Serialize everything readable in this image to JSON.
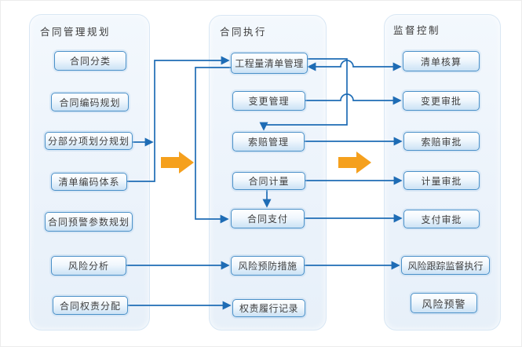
{
  "diagram": {
    "columns": [
      {
        "title": "合同管理规划",
        "boxes": [
          "合同分类",
          "合同编码规划",
          "分部分项划分规划",
          "清单编码体系",
          "合同预警参数规划",
          "风险分析",
          "合同权责分配"
        ]
      },
      {
        "title": "合同执行",
        "boxes": [
          "工程量清单管理",
          "变更管理",
          "索赔管理",
          "合同计量",
          "合同支付",
          "风险预防措施",
          "权责履行记录"
        ]
      },
      {
        "title": "监督控制",
        "boxes": [
          "清单核算",
          "变更审批",
          "索赔审批",
          "计量审批",
          "支付审批",
          "风险跟踪监督执行",
          "风险预警"
        ]
      }
    ],
    "connections": [
      {
        "from": "分部分项划分规划",
        "to": "工程量清单管理",
        "direction": "one-way"
      },
      {
        "from": "清单编码体系",
        "to": "工程量清单管理",
        "direction": "one-way"
      },
      {
        "from": "工程量清单管理",
        "to": "索赔管理",
        "direction": "one-way"
      },
      {
        "from": "工程量清单管理",
        "to": "合同支付",
        "direction": "one-way"
      },
      {
        "from": "工程量清单管理",
        "to": "清单核算",
        "direction": "bidirectional"
      },
      {
        "from": "变更管理",
        "to": "变更审批",
        "direction": "one-way"
      },
      {
        "from": "索赔管理",
        "to": "索赔审批",
        "direction": "one-way"
      },
      {
        "from": "合同计量",
        "to": "合同支付",
        "direction": "one-way"
      },
      {
        "from": "合同计量",
        "to": "计量审批",
        "direction": "one-way"
      },
      {
        "from": "合同支付",
        "to": "支付审批",
        "direction": "one-way"
      },
      {
        "from": "风险分析",
        "to": "风险预防措施",
        "direction": "one-way"
      },
      {
        "from": "风险预防措施",
        "to": "风险跟踪监督执行",
        "direction": "one-way"
      },
      {
        "from": "合同权责分配",
        "to": "权责履行记录",
        "direction": "one-way"
      }
    ],
    "colors": {
      "line_blue": "#1e6cb5",
      "stage_arrow_orange": "#f5a01d",
      "box_border_blue": "#4a90c8",
      "panel_background": "#ecf3fb"
    }
  }
}
